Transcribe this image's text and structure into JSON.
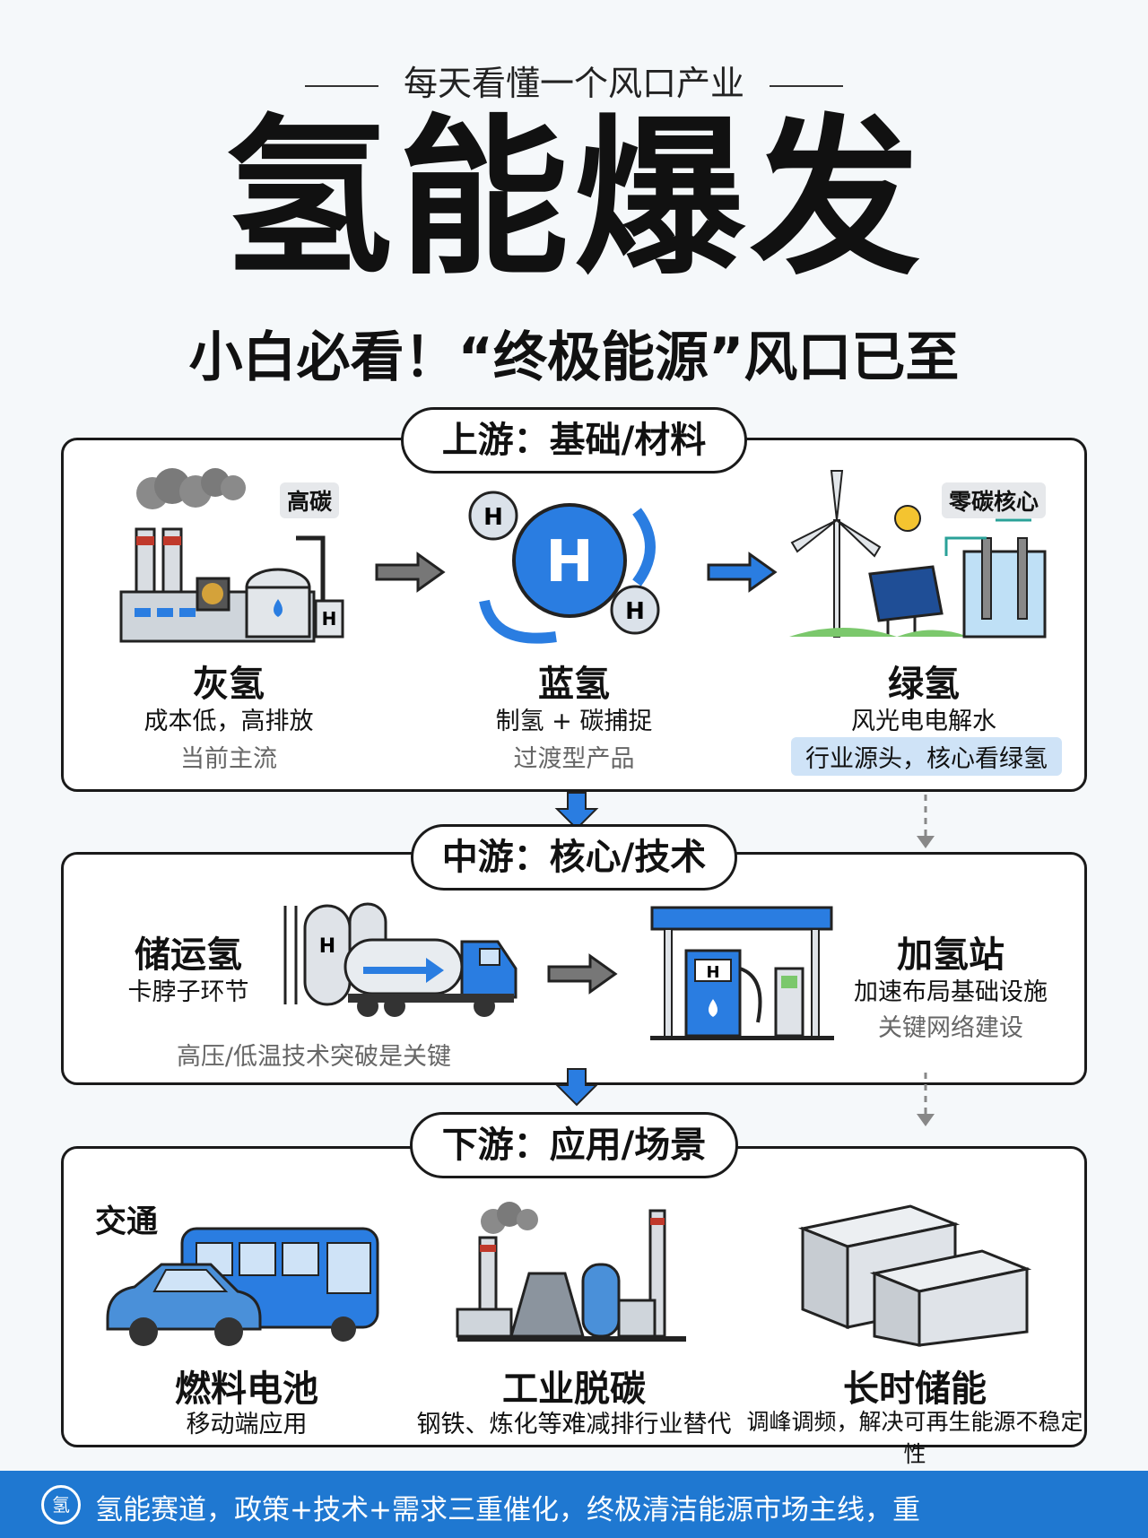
{
  "header": {
    "tagline": "每天看懂一个风口产业",
    "title": "氢能爆发",
    "subtitle": "小白必看！“终极能源”风口已至"
  },
  "upstream": {
    "label": "上游：基础/材料",
    "items": [
      {
        "tag": "高碳",
        "name": "灰氢",
        "desc": "成本低，高排放",
        "note": "当前主流"
      },
      {
        "name": "蓝氢",
        "desc": "制氢 + 碳捕捉",
        "note": "过渡型产品"
      },
      {
        "tag": "零碳核心",
        "name": "绿氢",
        "desc": "风光电电解水",
        "highlight": "行业源头，核心看绿氢"
      }
    ]
  },
  "midstream": {
    "label": "中游：核心/技术",
    "storage": {
      "name": "储运氢",
      "desc": "卡脖子环节",
      "note": "高压/低温技术突破是关键"
    },
    "station": {
      "name": "加氢站",
      "desc": "加速布局基础设施",
      "note": "关键网络建设"
    }
  },
  "downstream": {
    "label": "下游：应用/场景",
    "items": [
      {
        "tag": "交通",
        "name": "燃料电池",
        "desc": "移动端应用"
      },
      {
        "name": "工业脱碳",
        "desc": "钢铁、炼化等难减排行业替代"
      },
      {
        "name": "长时储能",
        "desc": "调峰调频，解决可再生能源不稳定性"
      }
    ]
  },
  "footer": {
    "icon_char": "氢",
    "text": "氢能赛道，政策+技术+需求三重催化，终极清洁能源市场主线，重"
  },
  "icons": {
    "h_letter": "H",
    "blue": "#2a7de1",
    "dark_blue": "#1a5fb4"
  }
}
